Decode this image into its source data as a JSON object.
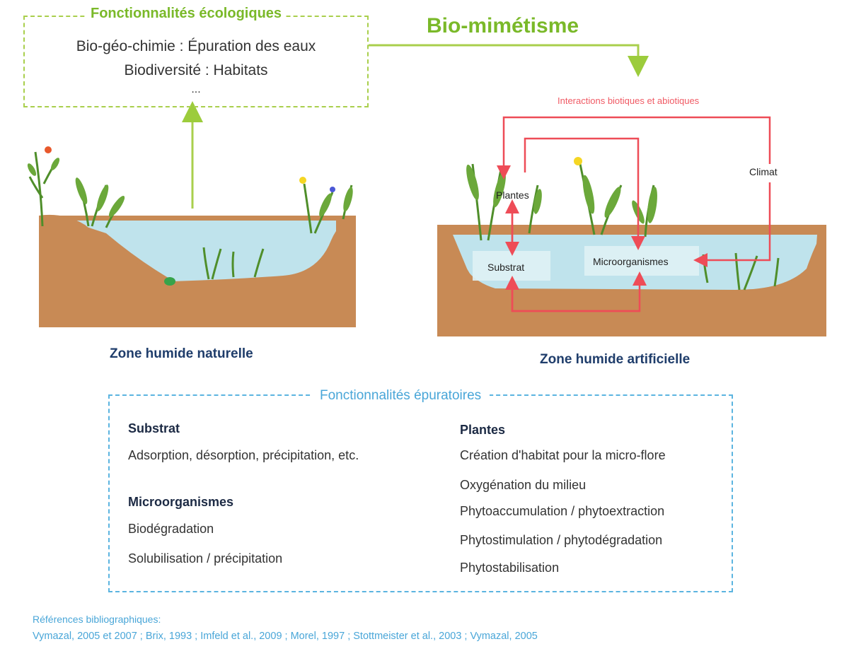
{
  "top": {
    "box_title": "Fonctionnalités écologiques",
    "lines": [
      "Bio-géo-chimie : Épuration des eaux",
      "Biodiversité : Habitats",
      "..."
    ],
    "biomimetism_label": "Bio-mimétisme"
  },
  "natural": {
    "label": "Zone humide naturelle"
  },
  "artificial": {
    "label": "Zone humide artificielle",
    "interactions_label": "Interactions biotiques et abiotiques",
    "nodes": {
      "plants": "Plantes",
      "substrate": "Substrat",
      "microorganisms": "Microorganismes",
      "climate": "Climat"
    }
  },
  "purification": {
    "box_title": "Fonctionnalités épuratoires",
    "substrate": {
      "heading": "Substrat",
      "items": [
        "Adsorption, désorption, précipitation, etc."
      ]
    },
    "microorganisms": {
      "heading": "Microorganismes",
      "items": [
        "Biodégradation",
        "Solubilisation / précipitation"
      ]
    },
    "plants": {
      "heading": "Plantes",
      "items": [
        "Création d'habitat pour la micro-flore",
        "Oxygénation du milieu",
        "Phytoaccumulation / phytoextraction",
        "Phytostimulation / phytodégradation",
        "Phytostabilisation"
      ]
    }
  },
  "references": {
    "title": "Références  bibliographiques:",
    "text": "Vymazal, 2005 et 2007 ; Brix, 1993 ; Imfeld et al., 2009 ; Morel, 1997 ; Stottmeister et al., 2003 ; Vymazal, 2005"
  },
  "colors": {
    "green": "#7ab929",
    "water": "#bfe3ec",
    "soil": "#c88a55",
    "red_arrow": "#ee4c57",
    "blue": "#49a6d8",
    "navy": "#1f3d6b"
  }
}
